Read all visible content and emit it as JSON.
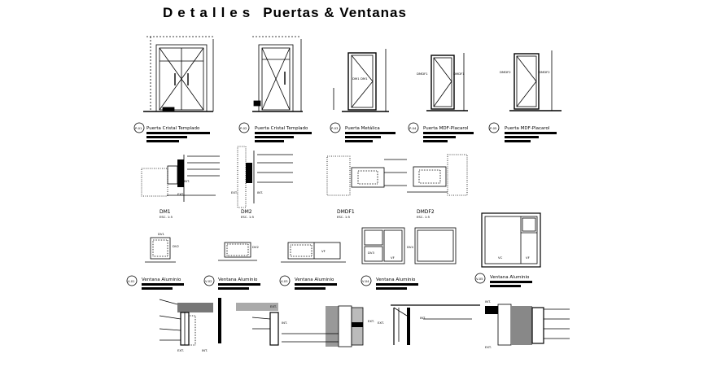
{
  "title": {
    "part1": "Detalles",
    "part2": "Puertas & Ventanas"
  },
  "doors": [
    {
      "tag": "P-01",
      "caption": "Puerta Cristal Templado"
    },
    {
      "tag": "P-02",
      "caption": "Puerta Cristal Templado"
    },
    {
      "tag": "P-03",
      "caption": "Puerta Metálica"
    },
    {
      "tag": "P-04",
      "caption": "Puerta MDF-Placarol"
    },
    {
      "tag": "P-05",
      "caption": "Puerta MDF-Placarol"
    }
  ],
  "door_marks": {
    "dm1": "DM1",
    "dmdf1": "DMDF1",
    "dmdf2": "DMDF2"
  },
  "details": [
    {
      "code": "DM1",
      "scale": "ESC. 1:5"
    },
    {
      "code": "DM2",
      "scale": "ESC. 1:5"
    },
    {
      "code": "DMDF1",
      "scale": "ESC. 1:5"
    },
    {
      "code": "DMDF2",
      "scale": "ESC. 1:5"
    }
  ],
  "windows": [
    {
      "tag": "V-01",
      "caption": "Ventana Aluminio"
    },
    {
      "tag": "V-02",
      "caption": "Ventana Aluminio"
    },
    {
      "tag": "V-03",
      "caption": "Ventana Aluminio"
    },
    {
      "tag": "V-04",
      "caption": "Ventana Aluminio"
    },
    {
      "tag": "V-05",
      "caption": "Ventana Aluminio"
    }
  ],
  "window_marks": {
    "dv1": "DV1",
    "dv2": "DV2",
    "dv3": "DV3",
    "dv4": "DV4",
    "vf": "VF",
    "vc": "VC"
  },
  "side": {
    "int": "INT.",
    "ext": "EXT."
  }
}
